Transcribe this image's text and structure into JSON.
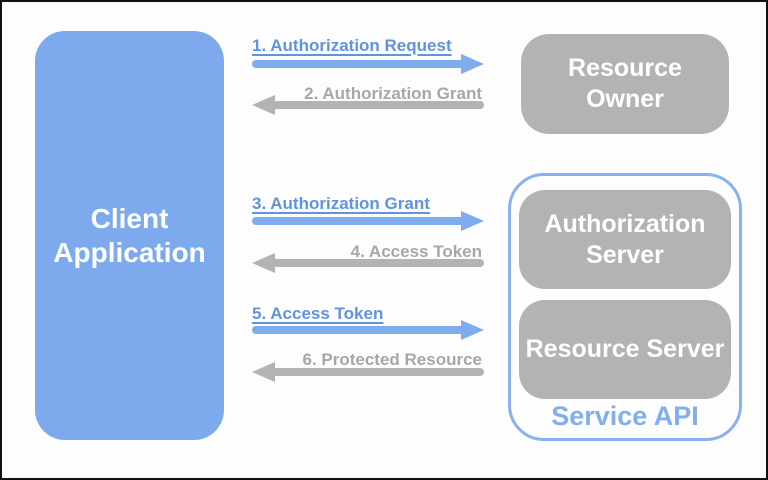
{
  "nodes": {
    "client": {
      "label": "Client Application"
    },
    "resource_owner": {
      "label": "Resource Owner"
    },
    "authorization_server": {
      "label": "Authorization Server"
    },
    "resource_server": {
      "label": "Resource Server"
    },
    "service_api": {
      "label": "Service API"
    }
  },
  "flows": [
    {
      "step": "1",
      "label": "1. Authorization Request",
      "direction": "right",
      "color": "blue"
    },
    {
      "step": "2",
      "label": "2. Authorization Grant",
      "direction": "left",
      "color": "gray"
    },
    {
      "step": "3",
      "label": "3. Authorization Grant",
      "direction": "right",
      "color": "blue"
    },
    {
      "step": "4",
      "label": "4. Access Token",
      "direction": "left",
      "color": "gray"
    },
    {
      "step": "5",
      "label": "5. Access Token",
      "direction": "right",
      "color": "blue"
    },
    {
      "step": "6",
      "label": "6. Protected Resource",
      "direction": "left",
      "color": "gray"
    }
  ],
  "colors": {
    "node_blue": "#7daaec",
    "node_gray": "#b3b3b3",
    "arrow_blue": "#7faced",
    "arrow_gray": "#b3b3b3",
    "flow_label_blue": "#5f93e0",
    "flow_label_gray": "#a7a7a7",
    "service_api_blue": "#88b2ef",
    "node_text": "#ffffff",
    "frame_border": "#111111",
    "background": "#fdfdfd"
  }
}
